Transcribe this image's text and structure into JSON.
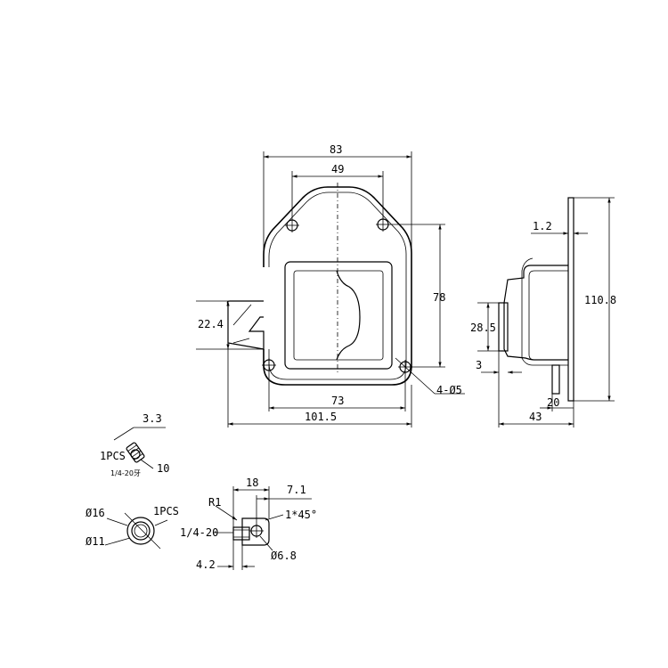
{
  "front_view": {
    "dims": {
      "width_83": "83",
      "width_49": "49",
      "height_78": "78",
      "height_22_4": "22.4",
      "width_73": "73",
      "width_101_5": "101.5",
      "holes": "4-Ø5"
    }
  },
  "side_view": {
    "dims": {
      "thk_1_2": "1.2",
      "height_110_8": "110.8",
      "height_28_5": "28.5",
      "gap_3": "3",
      "width_20": "20",
      "width_43": "43"
    }
  },
  "screw_detail": {
    "dim_3_3": "3.3",
    "qty": "1PCS",
    "thread": "1/4-20牙",
    "dim_10": "10"
  },
  "nut_detail": {
    "outer_dia": "Ø16",
    "inner_dia": "Ø11",
    "qty": "1PCS"
  },
  "pin_detail": {
    "dim_18": "18",
    "dim_7_1": "7.1",
    "radius": "R1",
    "chamfer": "1*45°",
    "thread": "1/4-20",
    "dim_4_2": "4.2",
    "hole_dia": "Ø6.8"
  }
}
